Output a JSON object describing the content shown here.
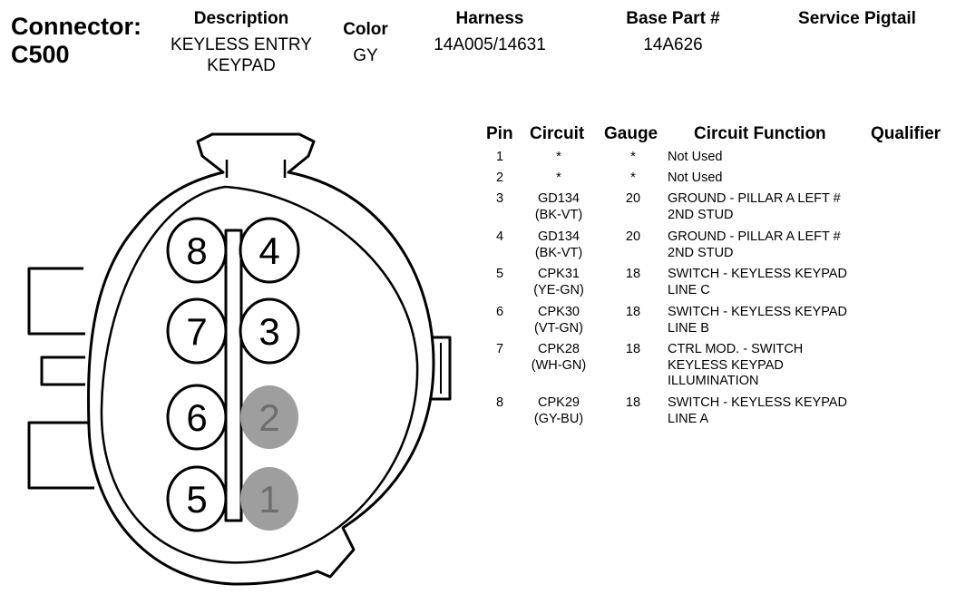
{
  "connector": {
    "title_line1": "Connector:",
    "title_line2": "C500"
  },
  "header": {
    "description_label": "Description",
    "description_line1": "KEYLESS ENTRY",
    "description_line2": "KEYPAD",
    "color_label": "Color",
    "color_value": "GY",
    "harness_label": "Harness",
    "harness_value": "14A005/14631",
    "base_part_label": "Base Part #",
    "base_part_value": "14A626",
    "service_pigtail_label": "Service Pigtail",
    "service_pigtail_value": ""
  },
  "table": {
    "headers": {
      "pin": "Pin",
      "circuit": "Circuit",
      "gauge": "Gauge",
      "function": "Circuit Function",
      "qualifier": "Qualifier"
    },
    "rows": [
      {
        "pin": "1",
        "circuit": [
          "*"
        ],
        "gauge": "*",
        "function": [
          "Not Used"
        ],
        "qualifier": ""
      },
      {
        "pin": "2",
        "circuit": [
          "*"
        ],
        "gauge": "*",
        "function": [
          "Not Used"
        ],
        "qualifier": ""
      },
      {
        "pin": "3",
        "circuit": [
          "GD134",
          "(BK-VT)"
        ],
        "gauge": "20",
        "function": [
          "GROUND - PILLAR A LEFT #",
          "2ND STUD"
        ],
        "qualifier": ""
      },
      {
        "pin": "4",
        "circuit": [
          "GD134",
          "(BK-VT)"
        ],
        "gauge": "20",
        "function": [
          "GROUND - PILLAR A LEFT #",
          "2ND STUD"
        ],
        "qualifier": ""
      },
      {
        "pin": "5",
        "circuit": [
          "CPK31",
          "(YE-GN)"
        ],
        "gauge": "18",
        "function": [
          "SWITCH - KEYLESS KEYPAD",
          "LINE C"
        ],
        "qualifier": ""
      },
      {
        "pin": "6",
        "circuit": [
          "CPK30",
          "(VT-GN)"
        ],
        "gauge": "18",
        "function": [
          "SWITCH - KEYLESS KEYPAD",
          "LINE B"
        ],
        "qualifier": ""
      },
      {
        "pin": "7",
        "circuit": [
          "CPK28",
          "(WH-GN)"
        ],
        "gauge": "18",
        "function": [
          "CTRL MOD. - SWITCH",
          "KEYLESS KEYPAD",
          "ILLUMINATION"
        ],
        "qualifier": ""
      },
      {
        "pin": "8",
        "circuit": [
          "CPK29",
          "(GY-BU)"
        ],
        "gauge": "18",
        "function": [
          "SWITCH - KEYLESS KEYPAD",
          "LINE A"
        ],
        "qualifier": ""
      }
    ]
  },
  "diagram": {
    "pins": [
      {
        "label": "8",
        "used": true
      },
      {
        "label": "4",
        "used": true
      },
      {
        "label": "7",
        "used": true
      },
      {
        "label": "3",
        "used": true
      },
      {
        "label": "6",
        "used": true
      },
      {
        "label": "2",
        "used": false
      },
      {
        "label": "5",
        "used": true
      },
      {
        "label": "1",
        "used": false
      }
    ],
    "colors": {
      "outline": "#000000",
      "unused_pin_fill": "#9e9e9e",
      "unused_pin_text": "#6e6e6e",
      "used_pin_fill": "#ffffff"
    }
  }
}
